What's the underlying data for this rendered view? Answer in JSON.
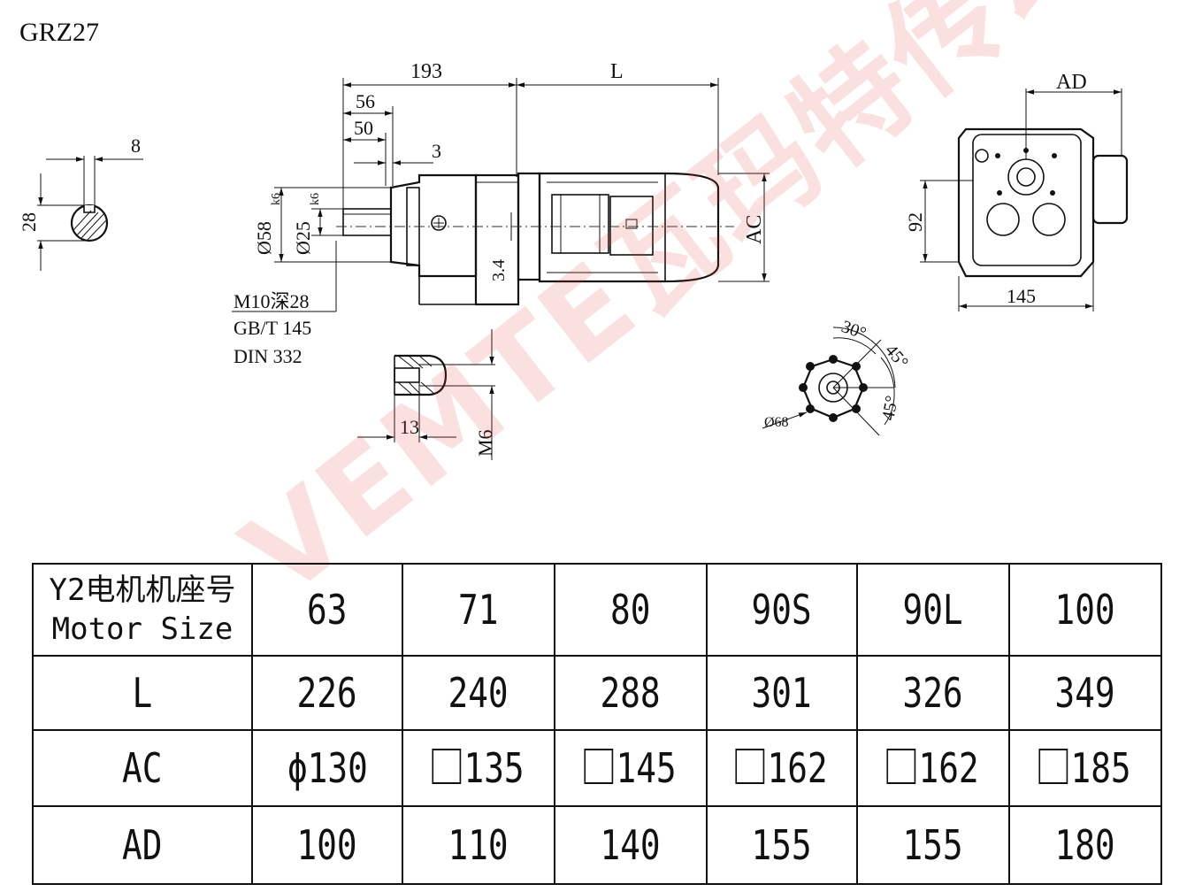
{
  "title": "GRZ27",
  "drawing": {
    "keyway": {
      "width": "8",
      "height": "28"
    },
    "side_view": {
      "dim_193": "193",
      "dim_L": "L",
      "dim_56": "56",
      "dim_50": "50",
      "dim_3": "3",
      "dim_d58": "Ø58",
      "tol_d58": "k6",
      "dim_d25": "Ø25",
      "tol_d25": "k6",
      "dim_34": "3.4",
      "dim_AC": "AC",
      "thread_note": "M10深28",
      "standard_1": "GB/T 145",
      "standard_2": "DIN 332"
    },
    "thread_detail": {
      "length": "13",
      "thread": "M6"
    },
    "flange_detail": {
      "angle_1": "30°",
      "angle_2": "45°",
      "angle_3": "45°",
      "diameter": "Ø68"
    },
    "end_view": {
      "dim_AD": "AD",
      "dim_92": "92",
      "dim_145": "145"
    }
  },
  "watermark": "VEMTE瓦玛特传动",
  "table": {
    "header": {
      "label_line1": "Y2电机机座号",
      "label_line2": "Motor Size"
    },
    "columns": [
      "63",
      "71",
      "80",
      "90S",
      "90L",
      "100"
    ],
    "rows": [
      {
        "label": "L",
        "values": [
          "226",
          "240",
          "288",
          "301",
          "326",
          "349"
        ]
      },
      {
        "label": "AC",
        "values": [
          "ϕ130",
          "135",
          "145",
          "162",
          "162",
          "185"
        ],
        "square": [
          false,
          true,
          true,
          true,
          true,
          true
        ]
      },
      {
        "label": "AD",
        "values": [
          "100",
          "110",
          "140",
          "155",
          "155",
          "180"
        ]
      }
    ]
  }
}
